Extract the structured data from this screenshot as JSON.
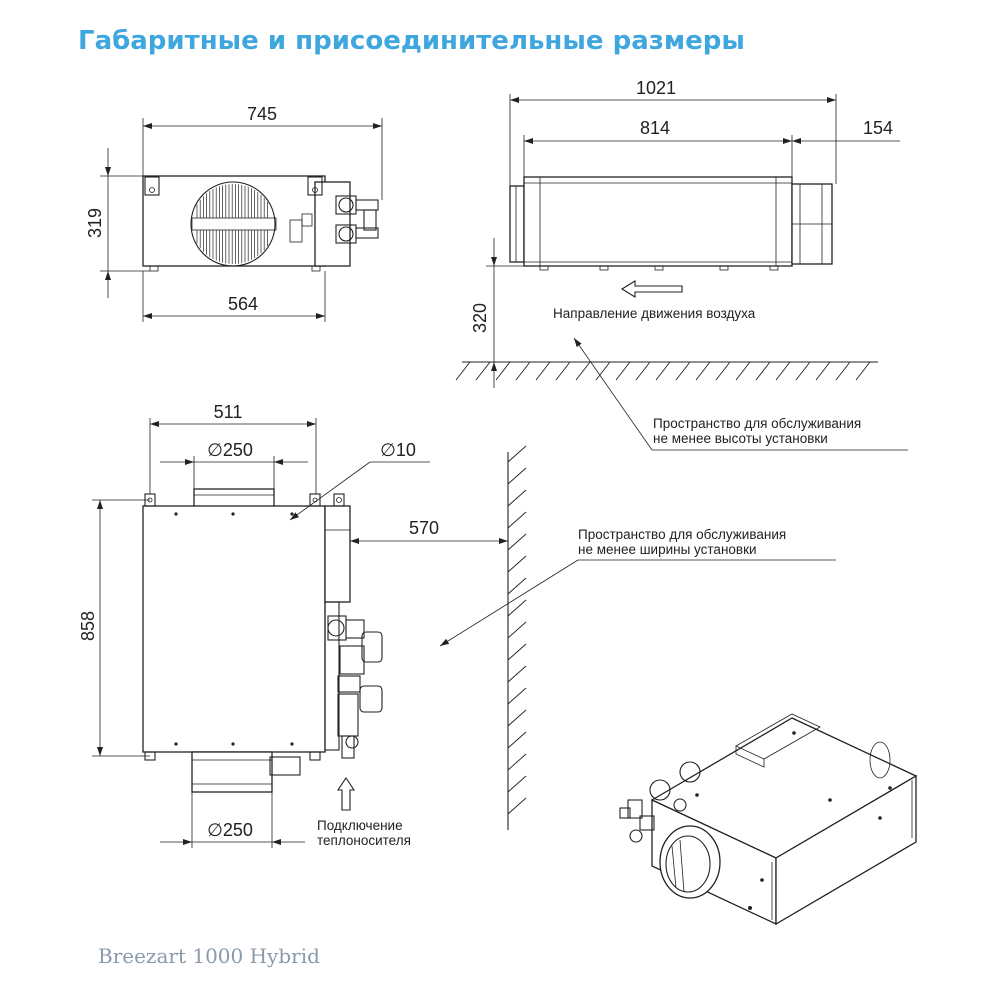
{
  "title": "Габаритные и присоединительные размеры",
  "footer": "Breezart 1000 Hybrid",
  "accent_color": "#3fa7de",
  "footer_color": "#8a9aab",
  "front_view": {
    "width_overall": "745",
    "height": "319",
    "width_body": "564"
  },
  "side_view": {
    "length_overall": "1021",
    "length_body": "814",
    "length_outlet": "154",
    "install_height": "320",
    "airflow_label": "Направление движения воздуха",
    "service_height_note_1": "Пространство для обслуживания",
    "service_height_note_2": "не менее высоты установки"
  },
  "top_view": {
    "width_body": "511",
    "duct_top": "∅250",
    "hole_dia": "∅10",
    "depth": "858",
    "wall_clearance": "570",
    "duct_bottom": "∅250",
    "service_width_note_1": "Пространство для обслуживания",
    "service_width_note_2": "не менее ширины установки",
    "heat_connection_1": "Подключение",
    "heat_connection_2": "теплоносителя"
  },
  "icons": {
    "airflow_arrow": "left-arrow-icon",
    "connection_arrow": "up-arrow-icon"
  }
}
